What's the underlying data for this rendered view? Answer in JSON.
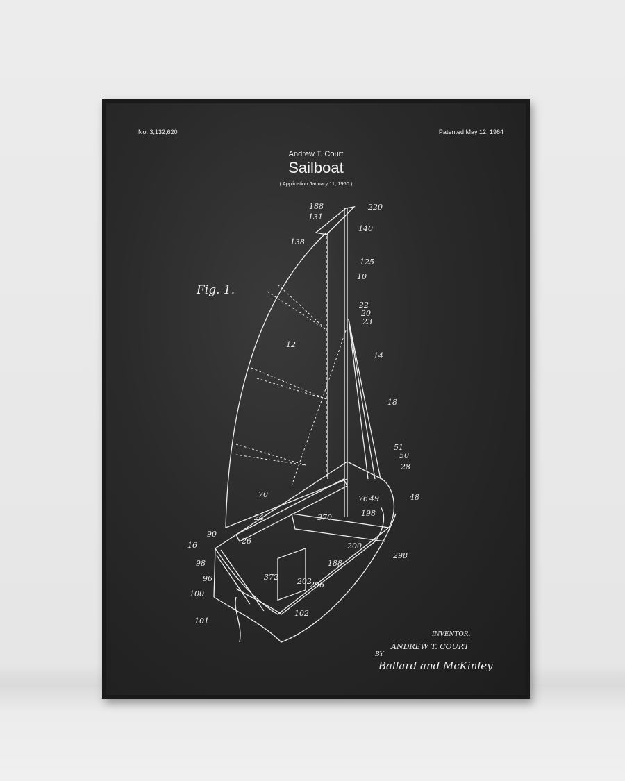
{
  "poster": {
    "patent_number": "No. 3,132,620",
    "patent_date": "Patented May 12, 1964",
    "inventor_name": "Andrew T. Court",
    "title": "Sailboat",
    "application": "( Application  January 11, 1960 )",
    "figure_label": "Fig. 1.",
    "inventor_heading": "INVENTOR.",
    "inventor_signature_name": "ANDREW T. COURT",
    "by_label": "BY",
    "attorney_signature": "Ballard and McKinley",
    "reference_numerals": [
      "188",
      "220",
      "131",
      "140",
      "138",
      "125",
      "10",
      "22",
      "20",
      "23",
      "12",
      "14",
      "18",
      "51",
      "50",
      "28",
      "70",
      "76",
      "49",
      "48",
      "198",
      "370",
      "24",
      "90",
      "26",
      "16",
      "200",
      "298",
      "98",
      "372",
      "202",
      "188",
      "296",
      "96",
      "100",
      "101",
      "102"
    ]
  }
}
